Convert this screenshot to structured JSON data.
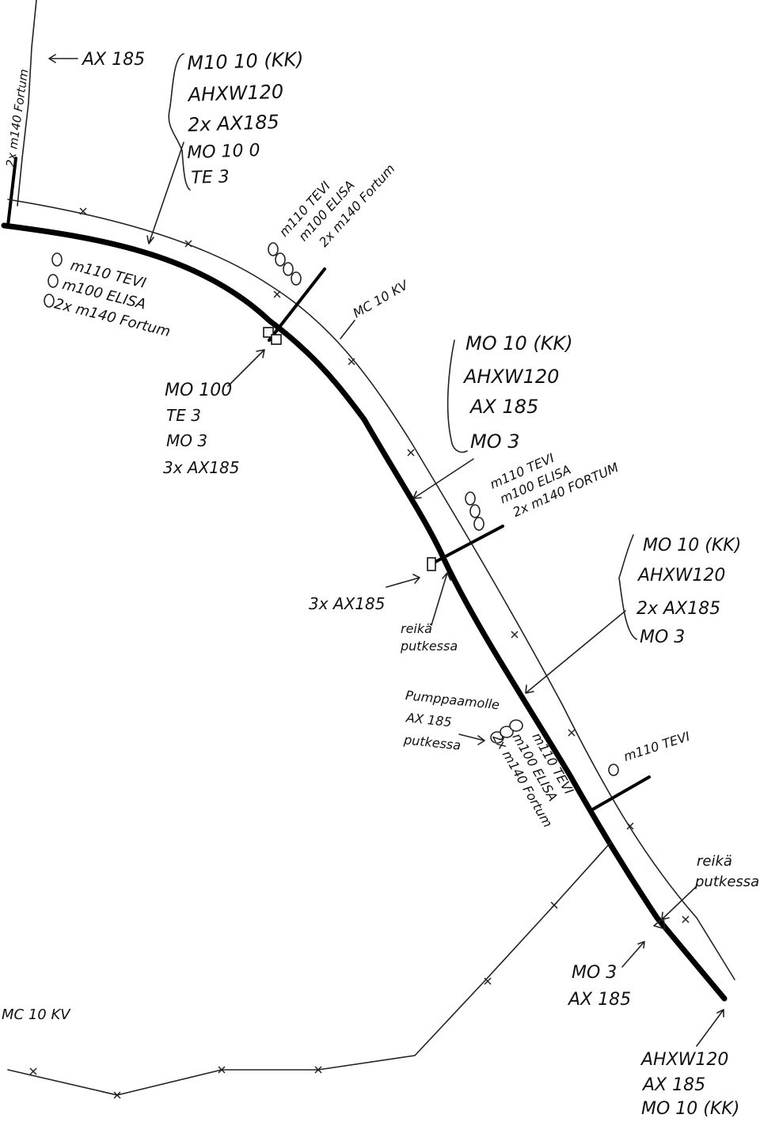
{
  "labels": {
    "top_left_vertical": "2x m140 Fortum",
    "top_left_arrow": "AX 185",
    "block1": [
      "M10 10 (KK)",
      "AHXW120",
      "2x AX185",
      "MO 10 0",
      "TE 3"
    ],
    "left_ducts": [
      "m110 TEVI",
      "m100 ELISA",
      "2x m140 Fortum"
    ],
    "block2": [
      "MO 100",
      "TE 3",
      "MO 3",
      "3x AX185"
    ],
    "upper_ducts": [
      "m110 TEVI",
      "m100 ELISA",
      "2x m140 Fortum"
    ],
    "mc10kv_upper": "MC 10 KV",
    "block3": [
      "MO 10 (KK)",
      "AHXW120",
      "AX 185",
      "MO 3"
    ],
    "mid_ducts": [
      "m110 TEVI",
      "m100 ELISA",
      "2x m140 FORTUM"
    ],
    "block4": [
      "MO 10 (KK)",
      "AHXW120",
      "2x AX185",
      "MO 3"
    ],
    "left_3xax": "3x AX185",
    "reika1": [
      "reikä",
      "putkessa"
    ],
    "pump": [
      "Pumppaamolle",
      "AX 185",
      "putkessa"
    ],
    "lower_ducts": [
      "m110 TEVI",
      "m100 ELISA",
      "2x m140 Fortum"
    ],
    "m110_single": "m110 TEVI",
    "reika2": [
      "reikä",
      "putkessa"
    ],
    "mo3_ax": [
      "MO 3",
      "AX 185"
    ],
    "bottom_block": [
      "AHXW120",
      "AX 185",
      "MO 10 (KK)"
    ],
    "mc10kv_lower": "MC 10 KV"
  }
}
